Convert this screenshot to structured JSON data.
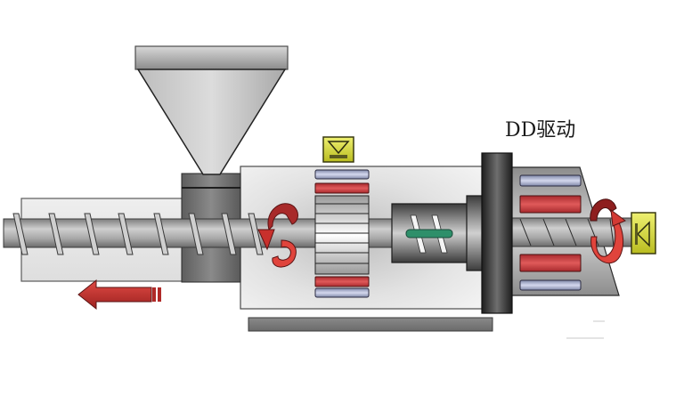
{
  "diagram": {
    "title": "DD驱动",
    "subject": "injection molding machine with direct-drive (DD) motor",
    "components": [
      {
        "id": "hopper",
        "label": "hopper"
      },
      {
        "id": "feed-throat",
        "label": "feed throat block"
      },
      {
        "id": "barrel",
        "label": "barrel"
      },
      {
        "id": "screw",
        "label": "screw"
      },
      {
        "id": "rotation-arrow-left",
        "label": "screw rotation"
      },
      {
        "id": "dd-motor-rotor",
        "label": "DD motor rotor"
      },
      {
        "id": "motor-stator-coils",
        "label": "stator coils"
      },
      {
        "id": "ball-screw-nut",
        "label": "ball screw nut"
      },
      {
        "id": "flange-plate",
        "label": "flange plate"
      },
      {
        "id": "injection-motor-housing",
        "label": "injection motor housing"
      },
      {
        "id": "rotation-arrow-right",
        "label": "ball screw rotation"
      },
      {
        "id": "encoder-top",
        "label": "sensor"
      },
      {
        "id": "encoder-right",
        "label": "sensor"
      },
      {
        "id": "base-rail",
        "label": "base rail"
      },
      {
        "id": "injection-direction-arrow",
        "label": "injection direction"
      }
    ],
    "colors": {
      "coil_red": "#c8373a",
      "coil_blue": "#9ea6c4",
      "sensor_yellow": "#d8dc3c",
      "arrow_red": "#c0302e",
      "key_green": "#2e8f6a",
      "steel": "#9a9a9a",
      "dark_steel": "#4a4a4a",
      "housing": "#e6e6e6"
    }
  }
}
